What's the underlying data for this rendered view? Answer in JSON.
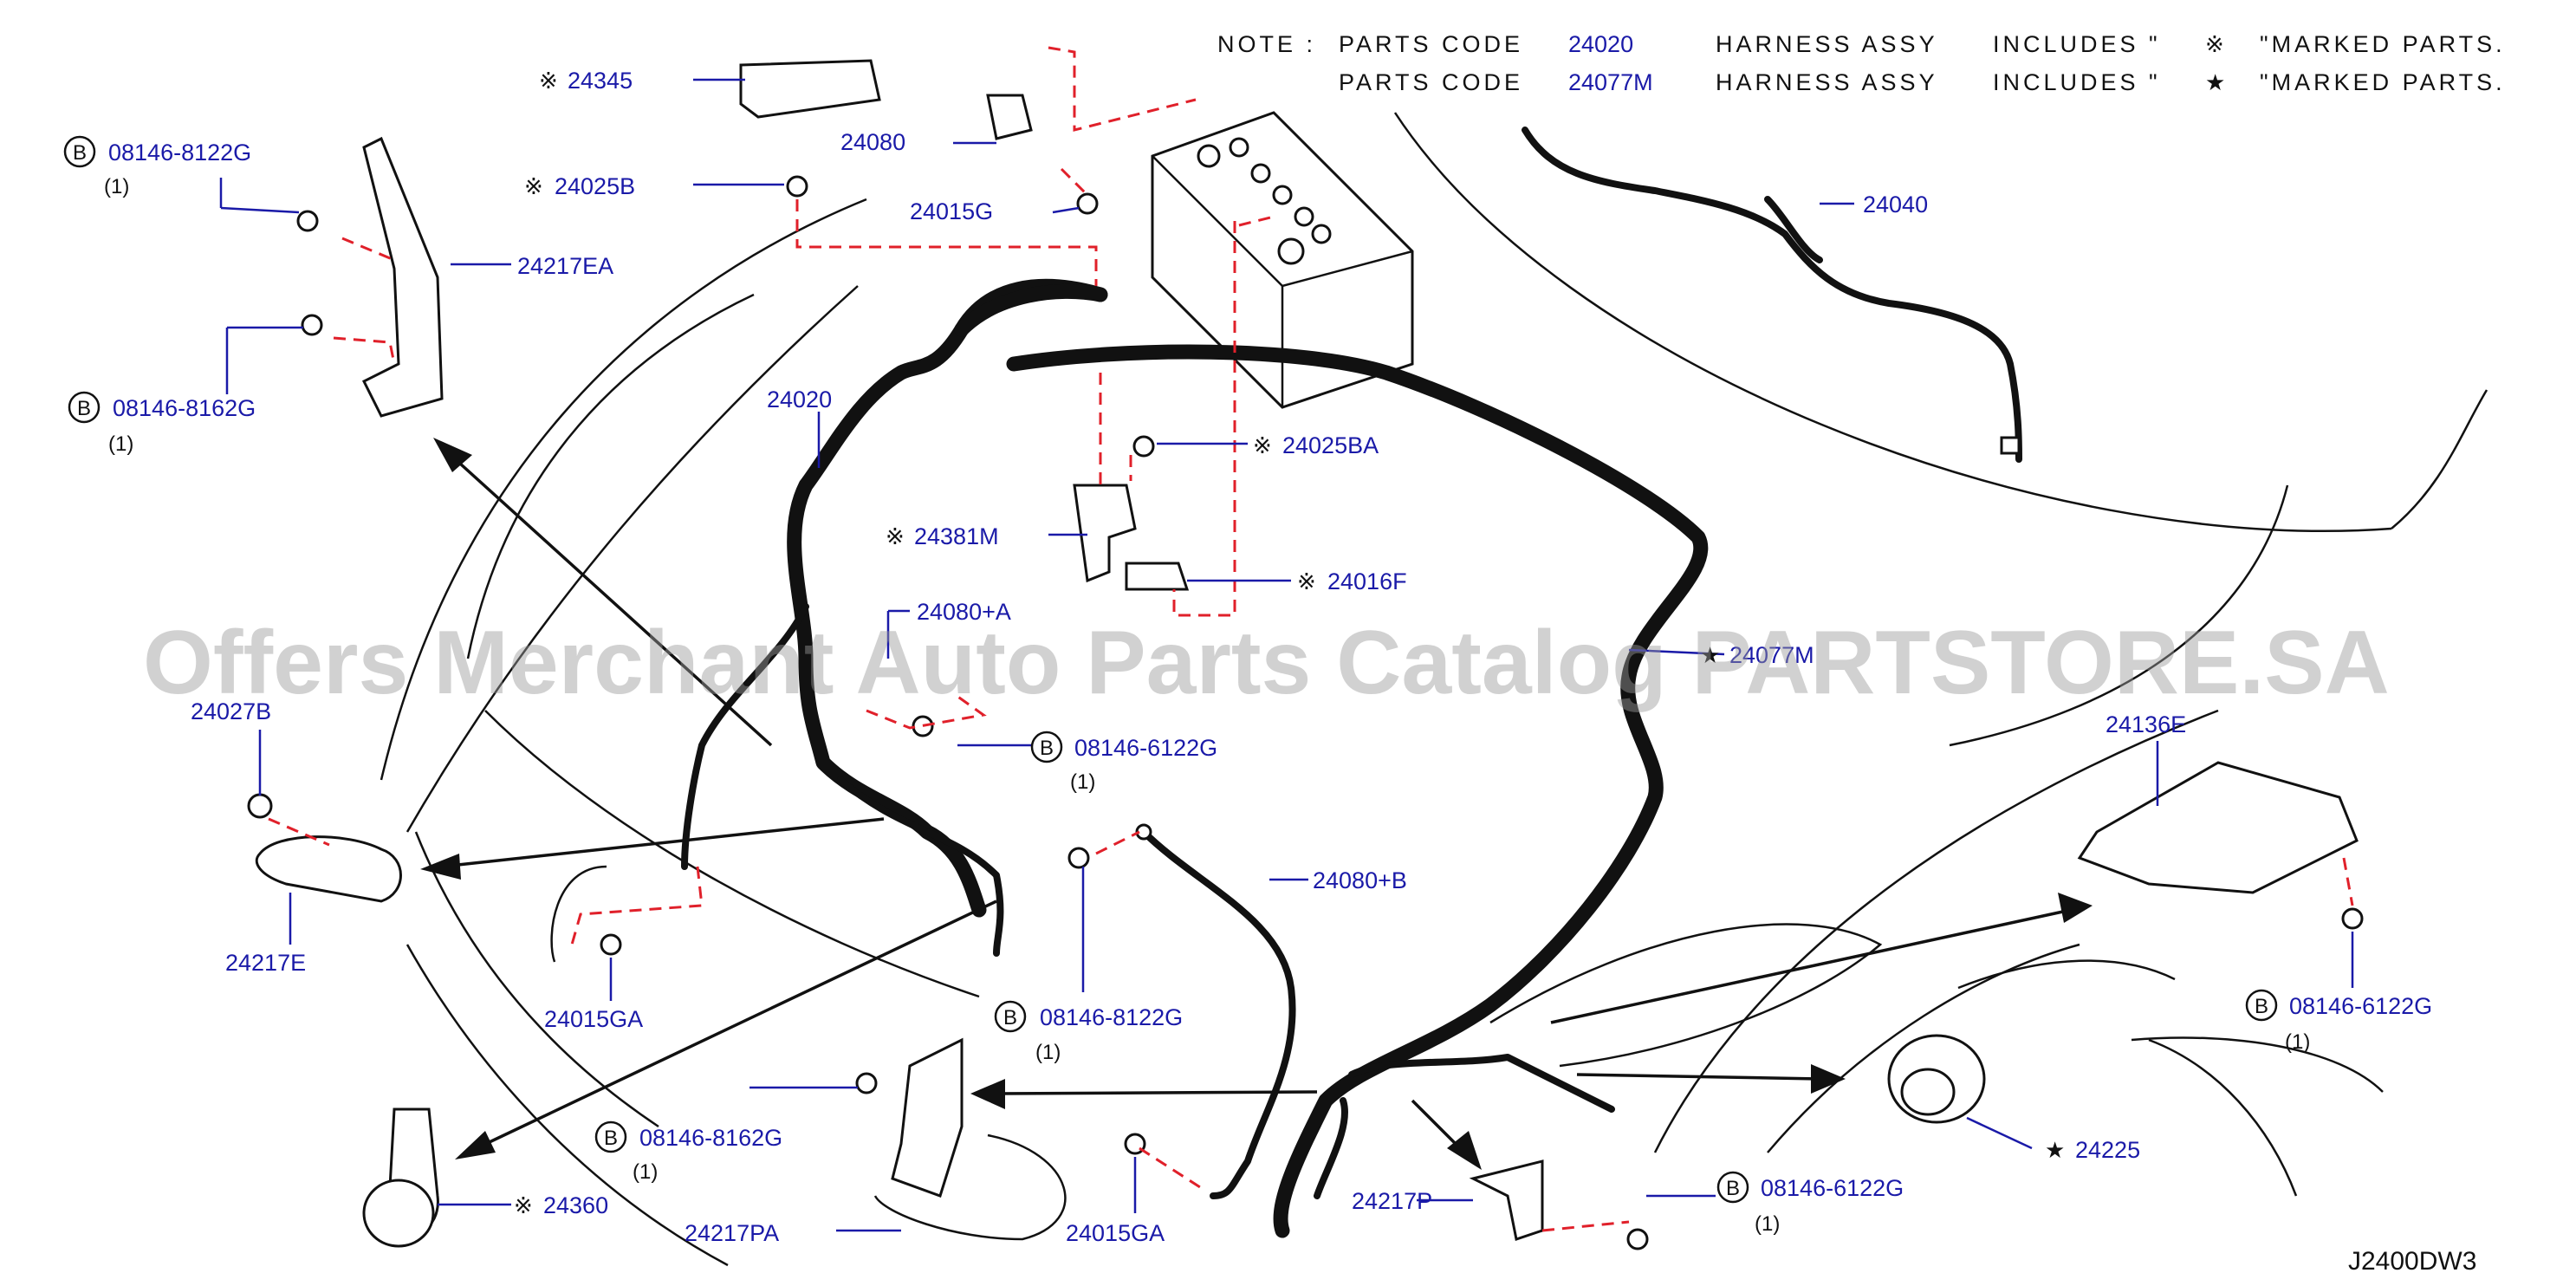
{
  "note": {
    "prefix": "NOTE :",
    "rows": [
      {
        "text1": "PARTS CODE",
        "code": "24020",
        "text2": "HARNESS ASSY",
        "text3": "INCLUDES \"",
        "mark": "※",
        "text4": "\"MARKED PARTS."
      },
      {
        "text1": "PARTS CODE",
        "code": "24077M",
        "text2": "HARNESS ASSY",
        "text3": "INCLUDES \"",
        "mark": "★",
        "text4": "\"MARKED PARTS."
      }
    ]
  },
  "watermark": "Offers Merchant Auto Parts Catalog PARTSTORE.SA",
  "diagram_id": "J2400DW3",
  "bolt_prefix": "B",
  "labels": {
    "p24345": "24345",
    "p24080": "24080",
    "p24015G": "24015G",
    "p24025B": "24025B",
    "p24217EA": "24217EA",
    "p24040": "24040",
    "p24020": "24020",
    "p24025BA": "24025BA",
    "p24381M": "24381M",
    "p24016F": "24016F",
    "p24080A": "24080+A",
    "p24077M": "24077M",
    "p24027B": "24027B",
    "p24217E": "24217E",
    "p24015GA_1": "24015GA",
    "p24080B": "24080+B",
    "p24136E": "24136E",
    "p24225": "24225",
    "p24360": "24360",
    "p24217PA": "24217PA",
    "p24015GA_2": "24015GA",
    "p24217P": "24217P"
  },
  "bolts": [
    {
      "code": "08146-8122G",
      "qty": "(1)"
    },
    {
      "code": "08146-8162G",
      "qty": "(1)"
    },
    {
      "code": "08146-6122G",
      "qty": "(1)"
    },
    {
      "code": "08146-8122G",
      "qty": "(1)"
    },
    {
      "code": "08146-8162G",
      "qty": "(1)"
    },
    {
      "code": "08146-6122G",
      "qty": "(1)"
    },
    {
      "code": "08146-6122G",
      "qty": "(1)"
    }
  ],
  "marks": {
    "asterisk": "※",
    "star": "★"
  }
}
